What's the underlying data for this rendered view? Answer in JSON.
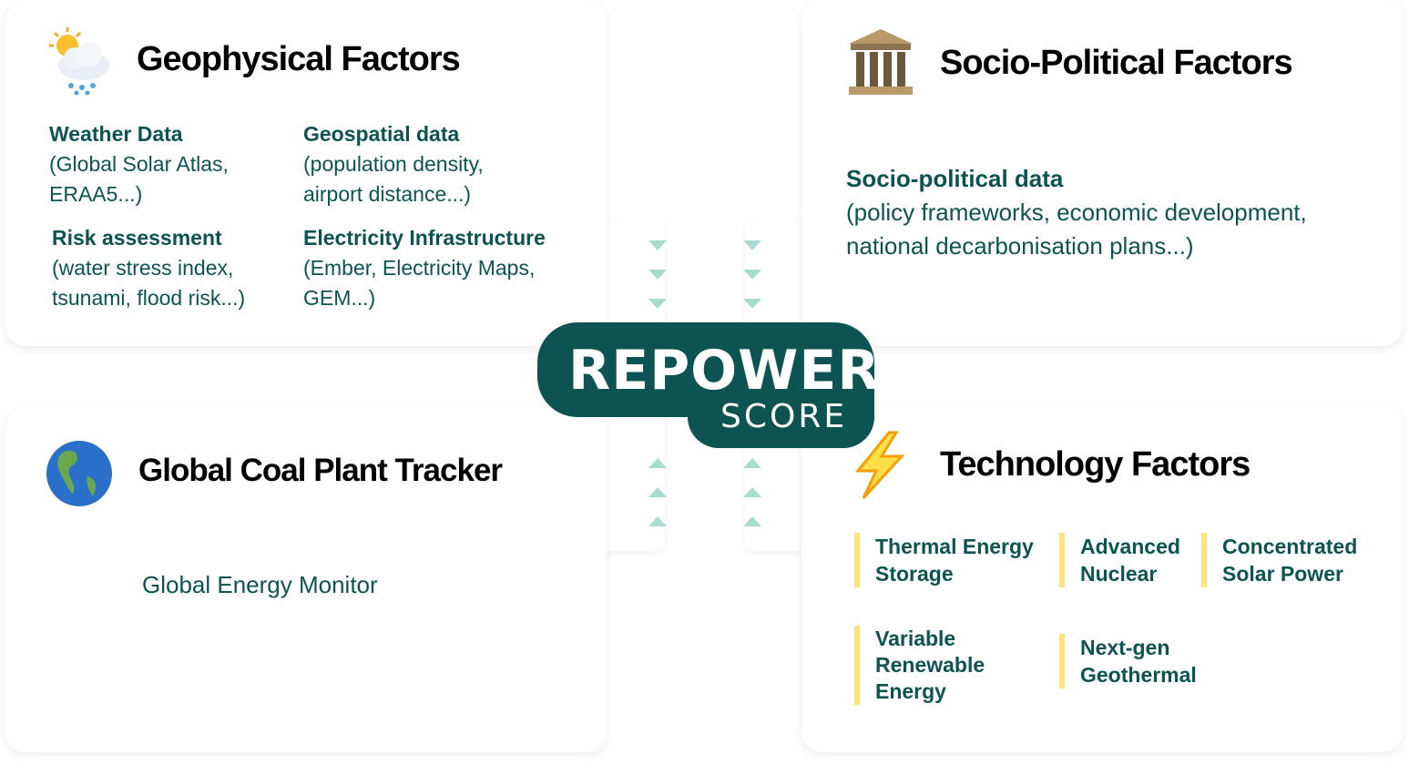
{
  "geophysical": {
    "title": "Geophysical Factors",
    "icon": "sun-behind-rain-cloud-icon",
    "items": [
      {
        "head": "Weather Data",
        "body": "(Global Solar Atlas, ERAA5...)"
      },
      {
        "head": "Geospatial data",
        "body": "(population density, airport distance...)"
      },
      {
        "head": "Risk assessment",
        "body": "(water stress index, tsunami, flood risk...)"
      },
      {
        "head": "Electricity Infrastructure",
        "body": "(Ember, Electricity Maps, GEM...)"
      }
    ]
  },
  "socio": {
    "title": "Socio-Political Factors",
    "icon": "classical-building-icon",
    "head": "Socio-political data",
    "body": "(policy frameworks, economic development, national decarbonisation plans...)"
  },
  "coal": {
    "title": "Global Coal Plant Tracker",
    "icon": "globe-americas-icon",
    "source": "Global Energy Monitor"
  },
  "tech": {
    "title": "Technology Factors",
    "icon": "lightning-icon",
    "items": [
      "Thermal Energy Storage",
      "Advanced Nuclear",
      "Concentrated Solar Power",
      "Variable Renewable Energy",
      "Next-gen Geothermal"
    ]
  },
  "logo": {
    "main": "REPOWER",
    "sub": "SCORE"
  },
  "colors": {
    "brand": "#0d5352",
    "arrow": "#a8dcd1",
    "accent": "#fbe47a"
  }
}
